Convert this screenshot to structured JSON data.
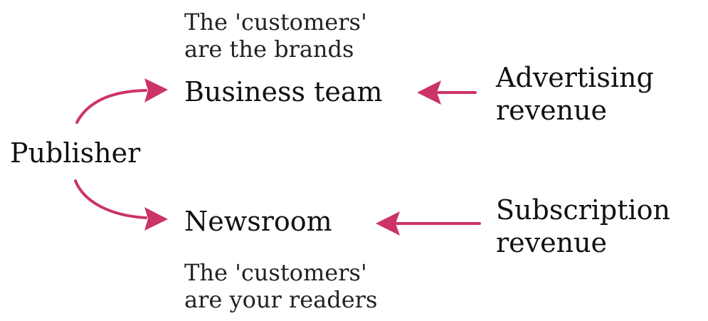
{
  "nodes": {
    "publisher": "Publisher",
    "business_team": "Business team",
    "newsroom": "Newsroom",
    "advertising": {
      "line1": "Advertising",
      "line2": "revenue"
    },
    "subscription": {
      "line1": "Subscription",
      "line2": "revenue"
    }
  },
  "notes": {
    "business": {
      "line1": "The 'customers'",
      "line2": "are the brands"
    },
    "newsroom": {
      "line1": "The 'customers'",
      "line2": "are your readers"
    }
  },
  "colors": {
    "arrow": "#cc3366",
    "text": "#111111"
  }
}
